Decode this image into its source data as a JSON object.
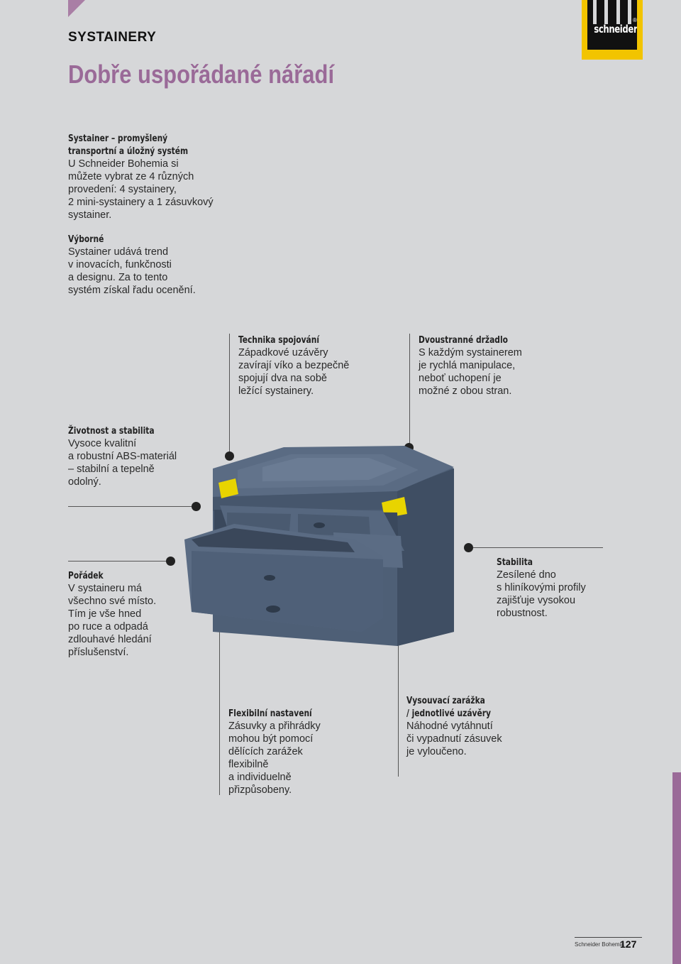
{
  "header": {
    "section": "SYSTAINERY",
    "title": "Dobře uspořádané nářadí",
    "logo_text": "schneider",
    "logo_mark": "®"
  },
  "intro": [
    {
      "heading": "Systainer – promyšlený\ntransportní a úložný systém",
      "text": "U Schneider Bohemia si\nmůžete vybrat ze 4 různých\nprovedení: 4 systainery,\n2 mini-systainery a 1 zásuvkový\nsystainer."
    },
    {
      "heading": "Výborné",
      "text": "Systainer udává trend\nv inovacích, funkčnosti\na designu. Za to tento\nsystém získal řadu ocenění."
    }
  ],
  "callouts": {
    "technika": {
      "heading": "Technika spojování",
      "text": "Západkové uzávěry\nzavírají víko a bezpečně\nspojují dva na sobě\nležící systainery."
    },
    "drzadlo": {
      "heading": "Dvoustranné držadlo",
      "text": "S každým systainerem\nje rychlá manipulace,\nneboť uchopení je\nmožné z obou stran."
    },
    "zivotnost": {
      "heading": "Životnost a stabilita",
      "text": "Vysoce kvalitní\na robustní ABS-materiál\n– stabilní a tepelně\nodolný."
    },
    "poradek": {
      "heading": "Pořádek",
      "text": "V systaineru má\nvšechno své místo.\nTím je vše hned\npo ruce a odpadá\nzdlouhavé hledání\npříslušenství."
    },
    "stabilita": {
      "heading": "Stabilita",
      "text": "Zesílené dno\ns hliníkovými profily\nzajišťuje vysokou\nrobustnost."
    },
    "flexibilni": {
      "heading": "Flexibilní nastavení",
      "text": "Zásuvky a přihrádky\nmohou být pomocí\ndělících zarážek\nflexibilně\na individuelně\npřizpůsobeny."
    },
    "zarazka": {
      "heading": "Vysouvací zarážka\n/ jednotlivé uzávěry",
      "text": "Náhodné vytáhnutí\nči vypadnutí zásuvek\nje vyloučeno."
    }
  },
  "footer": {
    "brand": "Schneider Bohemia",
    "page": "127"
  },
  "colors": {
    "accent": "#9a6a98",
    "logo_yellow": "#f2c400",
    "background": "#d6d7d9",
    "product_blue": "#4e5f76",
    "latch_yellow": "#e8d400"
  }
}
